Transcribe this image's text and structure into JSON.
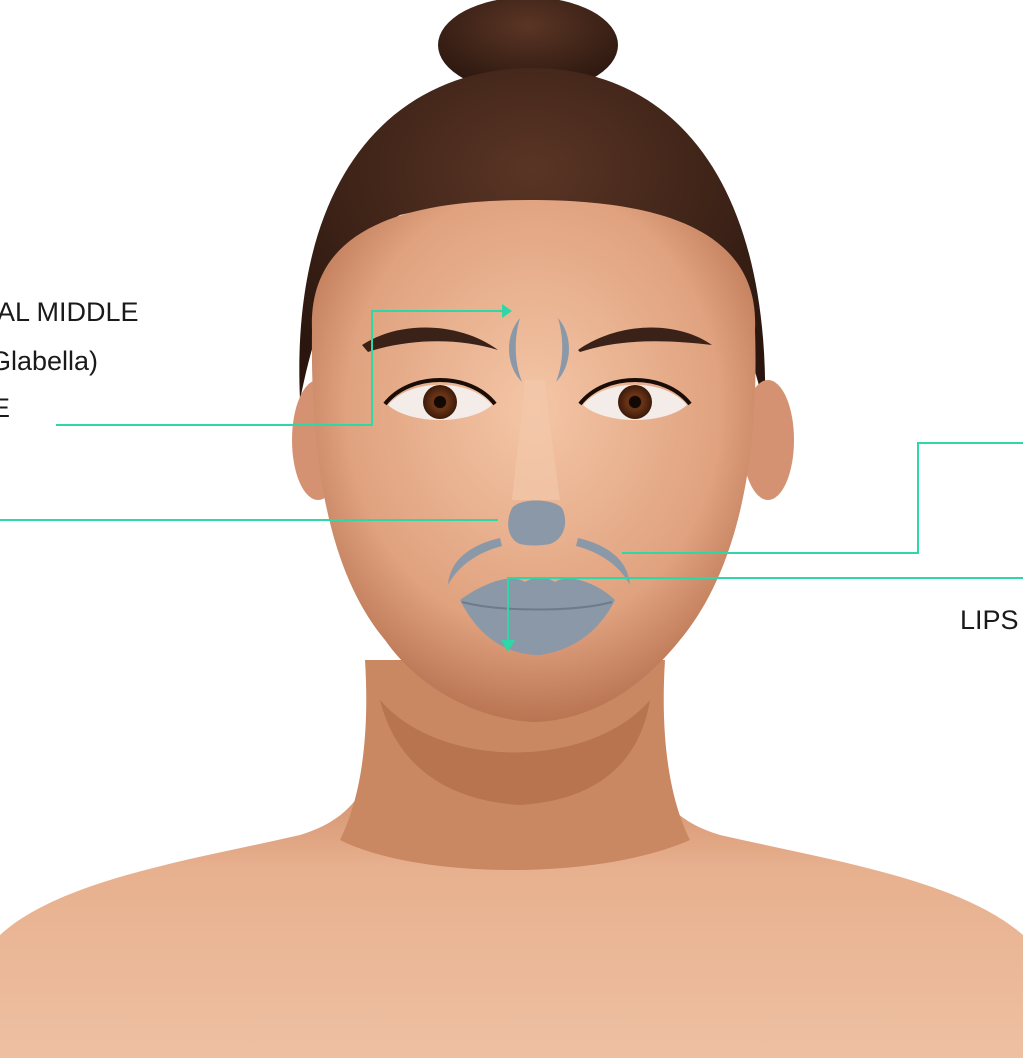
{
  "labels": {
    "glabella_line1": "CIAL MIDDLE",
    "glabella_line2": "Glabella)",
    "glabella_line3": "E",
    "lips": "LIPS"
  },
  "colors": {
    "leader": "#2fd6a6",
    "overlay": "#8b98a8",
    "skin": "#e8b494",
    "hair": "#3a2218",
    "text": "#1a1a1a"
  },
  "icons": {
    "arrowhead": "arrowhead-icon"
  }
}
